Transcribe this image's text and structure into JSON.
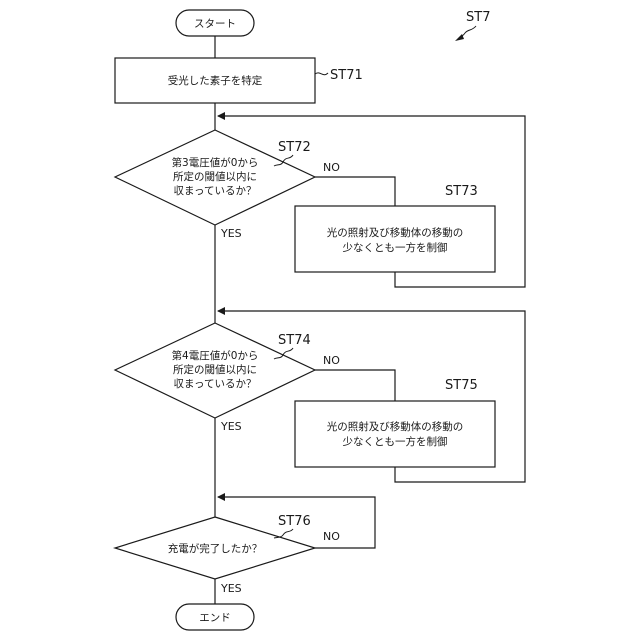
{
  "figure_label": "ST7",
  "start": {
    "label": "スタート"
  },
  "end": {
    "label": "エンド"
  },
  "steps": {
    "st71": {
      "id": "ST71",
      "text": "受光した素子を特定"
    },
    "st72": {
      "id": "ST72",
      "lines": [
        "第3電圧値が0から",
        "所定の閾値以内に",
        "収まっているか？"
      ]
    },
    "st73": {
      "id": "ST73",
      "lines": [
        "光の照射及び移動体の移動の",
        "少なくとも一方を制御"
      ]
    },
    "st74": {
      "id": "ST74",
      "lines": [
        "第4電圧値が0から",
        "所定の閾値以内に",
        "収まっているか？"
      ]
    },
    "st75": {
      "id": "ST75",
      "lines": [
        "光の照射及び移動体の移動の",
        "少なくとも一方を制御"
      ]
    },
    "st76": {
      "id": "ST76",
      "text": "充電が完了したか？"
    }
  },
  "branches": {
    "yes": "YES",
    "no": "NO"
  }
}
